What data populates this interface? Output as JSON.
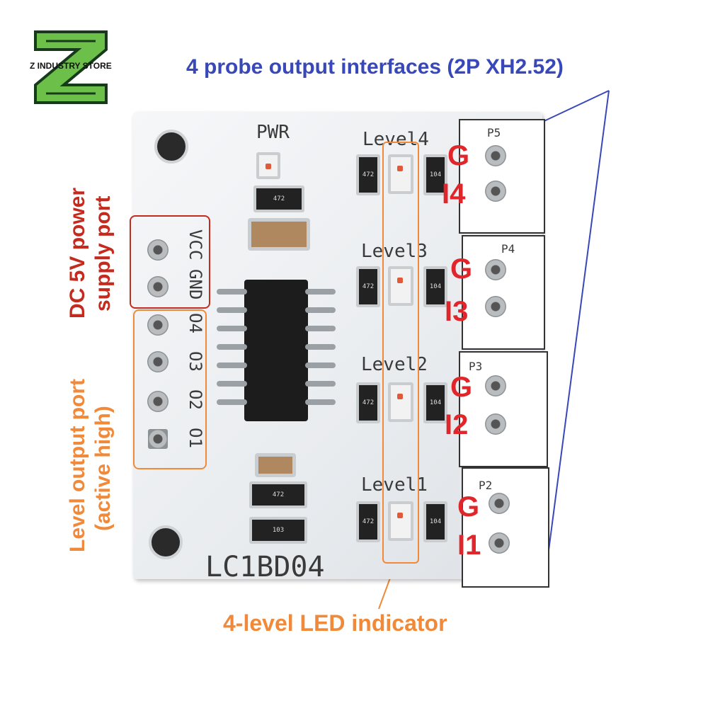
{
  "logo": {
    "text": "Z INDUSTRY STORE",
    "accent": "#6cc04a",
    "dark": "#163a1a"
  },
  "header": {
    "title": "4 probe output interfaces (2P XH2.52)"
  },
  "board": {
    "pwr_label": "PWR",
    "model": "LC1BD04",
    "pins": [
      "VCC",
      "GND",
      "O4",
      "O3",
      "O2",
      "O1"
    ],
    "levels": [
      "Level4",
      "Level3",
      "Level2",
      "Level1"
    ],
    "resistor_codes": [
      "472",
      "104",
      "472",
      "103"
    ]
  },
  "connectors": [
    {
      "label": "P5",
      "g": "G",
      "i": "I4"
    },
    {
      "label": "P4",
      "g": "G",
      "i": "I3"
    },
    {
      "label": "P3",
      "g": "G",
      "i": "I2"
    },
    {
      "label": "P2",
      "g": "G",
      "i": "I1"
    }
  ],
  "annotations": {
    "power_line1": "DC 5V power",
    "power_line2": "supply port",
    "level_line1": "Level output port",
    "level_line2": "(active high)",
    "led_indicator": "4-level LED indicator"
  },
  "colors": {
    "annotation_orange": "#f08a3a",
    "title_blue": "#3848b8",
    "label_red": "#e0262a",
    "power_red": "#c42a1e"
  }
}
